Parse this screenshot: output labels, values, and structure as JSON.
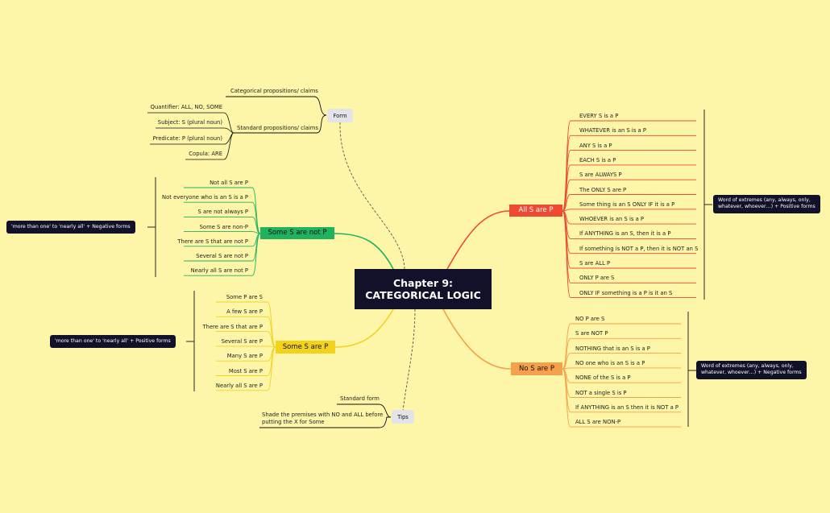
{
  "central": {
    "line1": "Chapter 9:",
    "line2": "CATEGORICAL LOGIC"
  },
  "form": {
    "label": "Form",
    "categorical": "Categorical propositions/ claims",
    "standard": "Standard propositions/ claims",
    "items": [
      "Quantifier: ALL, NO, SOME",
      "Subject: S (plural noun)",
      "Predicate: P (plural noun)",
      "Copula: ARE"
    ]
  },
  "tips": {
    "label": "Tips",
    "standard_form": "Standard form",
    "shade_line1": "Shade the premises with NO and ALL before",
    "shade_line2": "putting the X for Some"
  },
  "all_s_p": {
    "label": "All S are P",
    "items": [
      "EVERY S is a P",
      "WHATEVER is an S is a P",
      "ANY S is a P",
      "EACH S is a P",
      "S are ALWAYS P",
      "The ONLY S are P",
      "Some thing is an S ONLY IF it is a P",
      "WHOEVER is an S is a P",
      "If ANYTHING is an S, then it is a P",
      "If something is NOT a P, then it is NOT an S",
      "S are ALL P",
      "ONLY P are S",
      "ONLY IF something is a P is it an S"
    ],
    "note_line1": "Word of extremes (any, always, only,",
    "note_line2": "whatever, whoever…) + Positive forms"
  },
  "no_s_p": {
    "label": "No S are P",
    "items": [
      "NO P are S",
      "S are NOT P",
      "NOTHING that is an S is a P",
      "NO one who is an S is a P",
      "NONE of the S is a P",
      "NOT a single S is P",
      "If ANYTHING is an S then it is NOT  a P",
      "ALL S are NON-P"
    ],
    "note_line1": "Word of extremes (any, always, only,",
    "note_line2": "whatever, whoever…) + Negative forms"
  },
  "some_s_not_p": {
    "label": "Some S are not P",
    "items": [
      "Not all S are P",
      "Not everyone who is an S is a P",
      "S are not always P",
      "Some S are non-P",
      "There are S that are not P",
      "Several S are not P",
      "Nearly all S are not P"
    ],
    "note": "'more than one' to 'nearly all' + Negative forms"
  },
  "some_s_p": {
    "label": "Some S are P",
    "items": [
      "Some P are S",
      "A few S are P",
      "There are S that are P",
      "Several S are P",
      "Many S are P",
      "Most S are P",
      "Nearly all S are P"
    ],
    "note": "'more than one' to 'nearly all' + Positive forms"
  },
  "colors": {
    "all": "#ee4a33",
    "no": "#f5a04a",
    "somenot": "#1fb25f",
    "some": "#f2d21c",
    "dark": "#111229",
    "bg": "#fdf6a8"
  }
}
